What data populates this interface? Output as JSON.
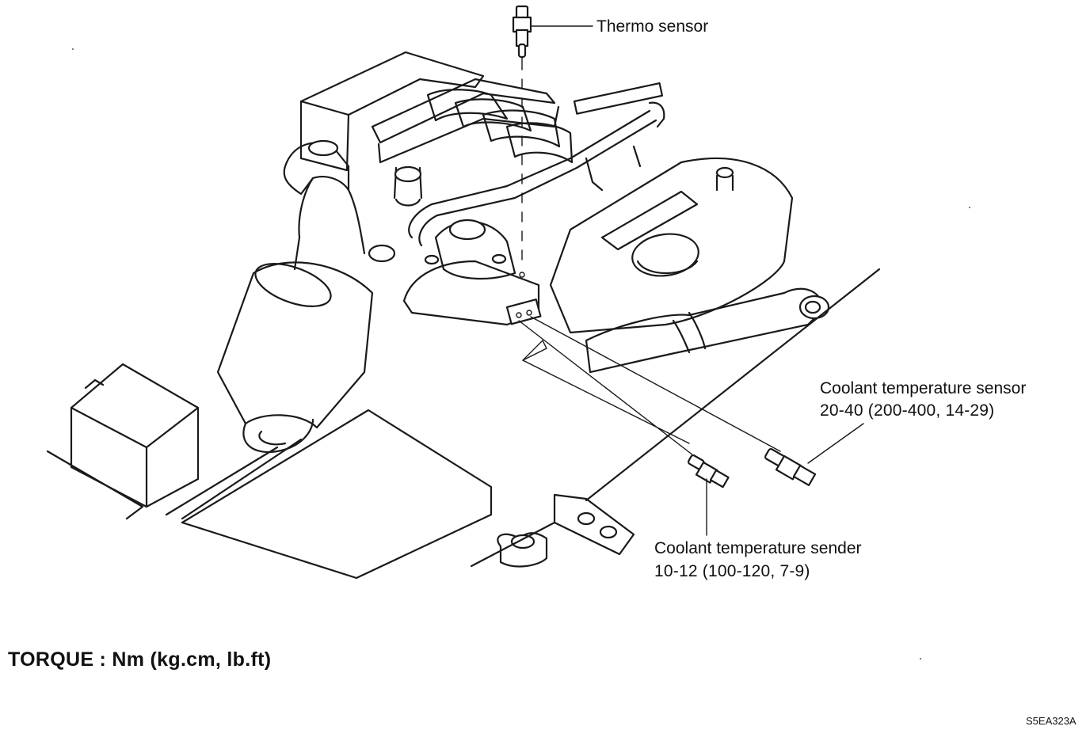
{
  "labels": {
    "thermo_sensor": "Thermo sensor",
    "coolant_temperature_sensor": "Coolant temperature sensor",
    "coolant_temperature_sensor_torque": "20-40 (200-400, 14-29)",
    "coolant_temperature_sender": "Coolant temperature sender",
    "coolant_temperature_sender_torque": "10-12 (100-120, 7-9)",
    "torque_units": "TORQUE : Nm (kg.cm, lb.ft)",
    "figure_code": "S5EA323A"
  },
  "colors": {
    "line": "#1a1a1a",
    "background": "#ffffff"
  }
}
